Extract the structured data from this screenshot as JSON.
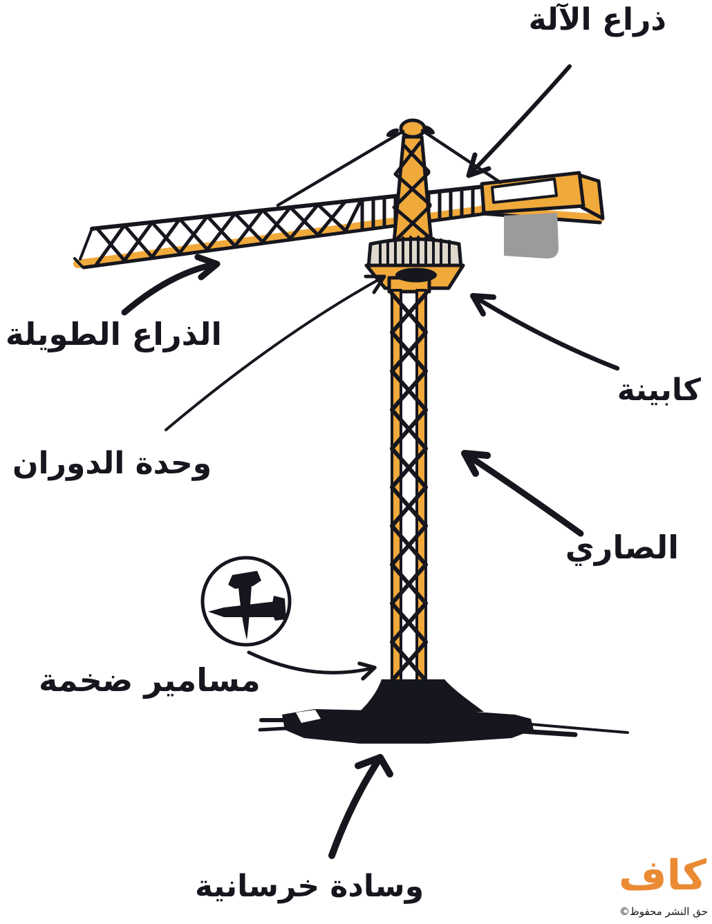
{
  "diagram": {
    "subject": "tower-crane-hand-drawn-illustration"
  },
  "labels": {
    "machine_arm": "ذراع الآلة",
    "long_arm": "الذراع الطويلة",
    "cabin": "كابينة",
    "rotation_unit": "وحدة الدوران",
    "mast": "الصاري",
    "huge_nails": "مسامير ضخمة",
    "concrete_pad": "وسادة خرسانية"
  },
  "footer": {
    "logo_text": "كاف",
    "copyright": "حق النشر محفوظ©"
  },
  "colors": {
    "crane_orange": "#F0A93B",
    "ink": "#16161E",
    "counterweight_gray": "#9B9B9B",
    "slat_cream": "#DED8CC",
    "logo_orange": "#EA8A33"
  }
}
